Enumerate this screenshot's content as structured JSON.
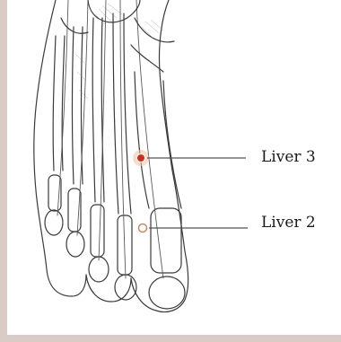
{
  "colors": {
    "frame": "#d9ccc6",
    "ink": "#3a3a3a",
    "point_liver3": "#cc2f1e",
    "point_liver2": "#c98a5c",
    "leader": "#555555"
  },
  "points": [
    {
      "id": "liver3",
      "label": "Liver 3"
    },
    {
      "id": "liver2",
      "label": "Liver 2"
    }
  ]
}
